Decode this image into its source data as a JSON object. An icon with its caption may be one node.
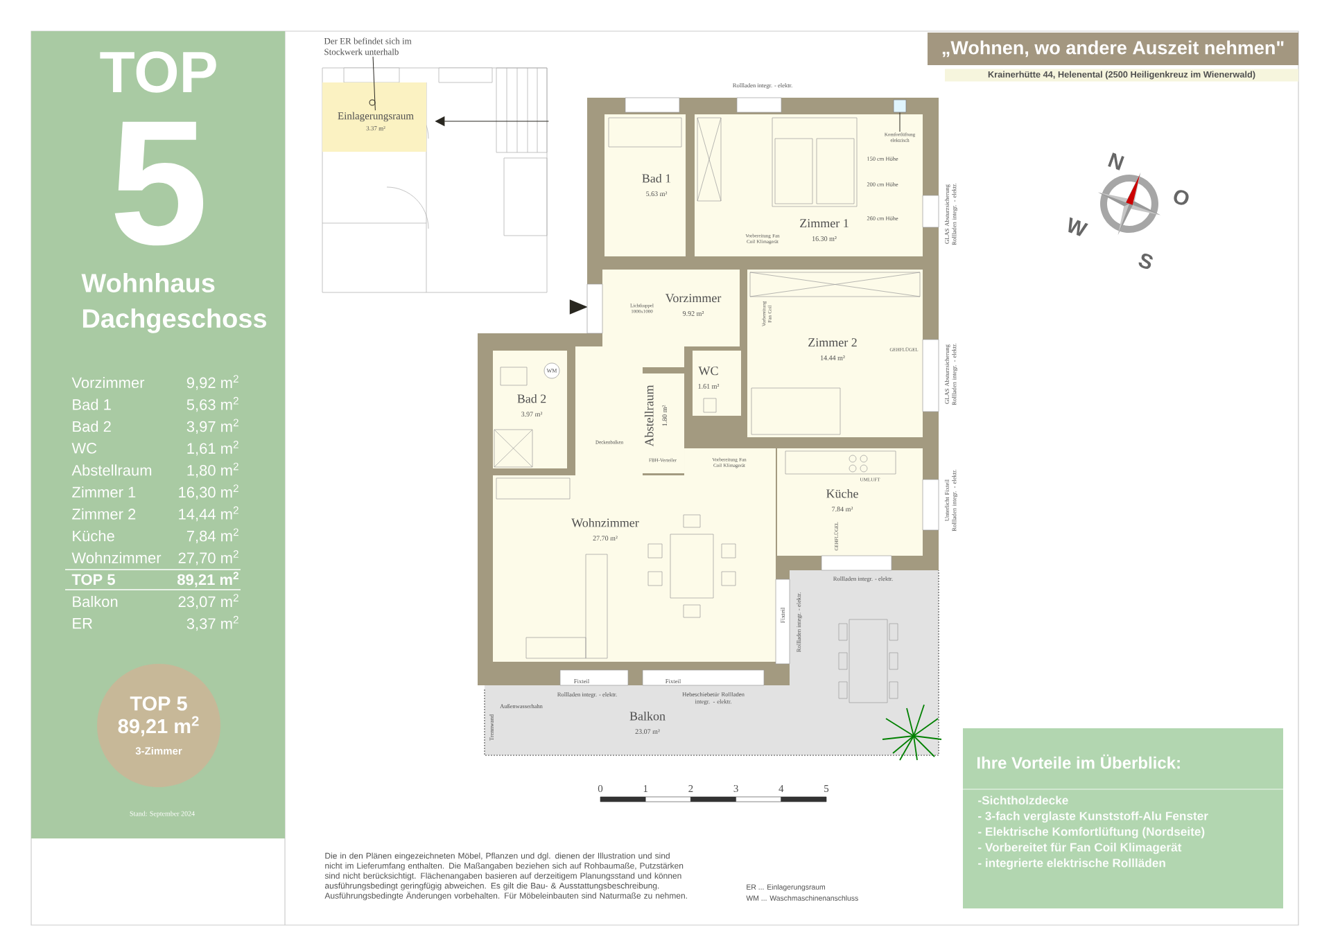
{
  "diagram": {
    "nodes": [
      {
        "text": [
          "Der ER befindet sich im Stockwerk unterhalb"
        ]
      },
      {
        "text": [
          "Einlagerungsraum",
          "3.37 m²"
        ]
      },
      {
        "text": [
          "Bad 1",
          "5.63 m²"
        ]
      },
      {
        "text": [
          "Zimmer 1",
          "16.30 m²"
        ]
      },
      {
        "text": [
          "Vorzimmer",
          "9.92 m²"
        ]
      },
      {
        "text": [
          "Zimmer 2",
          "14.44 m²"
        ]
      },
      {
        "text": [
          "Bad 2",
          "3.97 m²"
        ]
      },
      {
        "text": [
          "WC",
          "1.61 m²"
        ]
      },
      {
        "text": [
          "Abstellraum",
          "1.80 m²"
        ]
      },
      {
        "text": [
          "Küche",
          "7.84 m²"
        ]
      },
      {
        "text": [
          "Wohnzimmer",
          "27.70 m²"
        ]
      },
      {
        "text": [
          "Balkon",
          "23.07 m²"
        ]
      },
      {
        "text": [
          "TOP 5",
          "89,21 m$^{2}$",
          "3-Zimmer"
        ]
      },
      {
        "text": [
          "„Wohnen, wo andere Auszeit nehmen\""
        ]
      },
      {
        "text": [
          "Krainerhütte 44, Helenental (2500 Heiligenkreuz im Wienerwald)"
        ]
      },
      {
        "text": [
          "Ihre Vorteile im Überblick:",
          "-Sichtholzdecke",
          "- 3-fach verglaste Kunststoff-Alu Fenster",
          "- Elektrische Komfortlüftung (Nordseite)",
          "- Vorbereitet für Fan Coil Klimagerät",
          "- integrierte elektrische Rollläden"
        ]
      },
      {
        "text": [
          "Komfortlüftung elektrisch"
        ],
        "in": 3
      },
      {
        "text": [],
        "shape": "box"
      },
      {
        "text": [],
        "shape": "triangle"
      }
    ],
    "edges": [
      {
        "from": 0,
        "to": 1,
        "arrow": "none"
      },
      {
        "from": null,
        "to": 1,
        "arrow": "to"
      },
      {
        "from": 16,
        "to": 17,
        "arrow": "none"
      }
    ],
    "labels": [
      "TOP",
      "5",
      "Wohnhaus",
      "Dachgeschoss",
      "Vorzimmer",
      "9,92 m$^{2}$",
      "Bad 1",
      "5,63 m$^{2}$",
      "Bad 2",
      "3,97 m$^{2}$",
      "WC",
      "1,61 m$^{2}$",
      "Abstellraum",
      "1,80 m$^{2}$",
      "Zimmer 1",
      "16,30 m$^{2}$",
      "Zimmer 2",
      "14,44 m$^{2}$",
      "Küche",
      "7,84 m$^{2}$",
      "Wohnzimmer",
      "27,70 m$^{2}$",
      "TOP 5",
      "89,21 m$^{2}$",
      "Balkon",
      "23,07 m$^{2}$",
      "ER",
      "3,37 m$^{2}$",
      "Stand: September 2024",
      "Rollladen integr. - elektr.",
      "150 cm Höhe",
      "200 cm Höhe",
      "260 cm Höhe",
      "Vorbereitung Fan Coil Klimagerät",
      "N",
      "W",
      "O",
      "S",
      "GLAS Absturzsicherung Rollladen integr. - elektr.",
      "Lichtkuppel 1000x1000",
      "Vorbereitung Fan Coil",
      "GEHFLÜGEL",
      "GLAS Absturzsicherung Rollladen integr. - elektr.",
      "WM",
      "Deckenbalken",
      "FBH-Verteiler",
      "Vorbereitung Fan Coil Klimagerät",
      "UMLUFT",
      "Unterlicht Fixteil Rollladen integr. - elektr.",
      "GEHFLÜGEL",
      "Rollladen integr. - elektr.",
      "Fixteil",
      "Rollladen integr. - elektr.",
      "Fixteil",
      "Fixteil",
      "Außenwasserhahn",
      "Rollladen integr. - elektr.",
      "Hebeschiebetür Rollladen integr. - elektr.",
      "Trennwand",
      "0",
      "1",
      "2",
      "3",
      "4",
      "5",
      "Die in den Plänen eingezeichneten Möbel, Pflanzen und dgl. dienen der Illustration und sind nicht im Lieferumfang enthalten. Die Maßangaben beziehen sich auf Rohbaumaße, Putzstärken sind nicht berücksichtigt. Flächenangaben basieren auf derzeitigem Planungsstand und können ausführungsbedingt geringfügig abweichen. Es gilt die Bau- & Ausstattungsbeschreibung. Ausführungsbedingte Änderungen vorbehalten. Für Möbeleinbauten sind Naturmaße zu nehmen.",
      "ER ... Einlagerungsraum",
      "WM ... Waschmaschinenanschluss"
    ]
  }
}
